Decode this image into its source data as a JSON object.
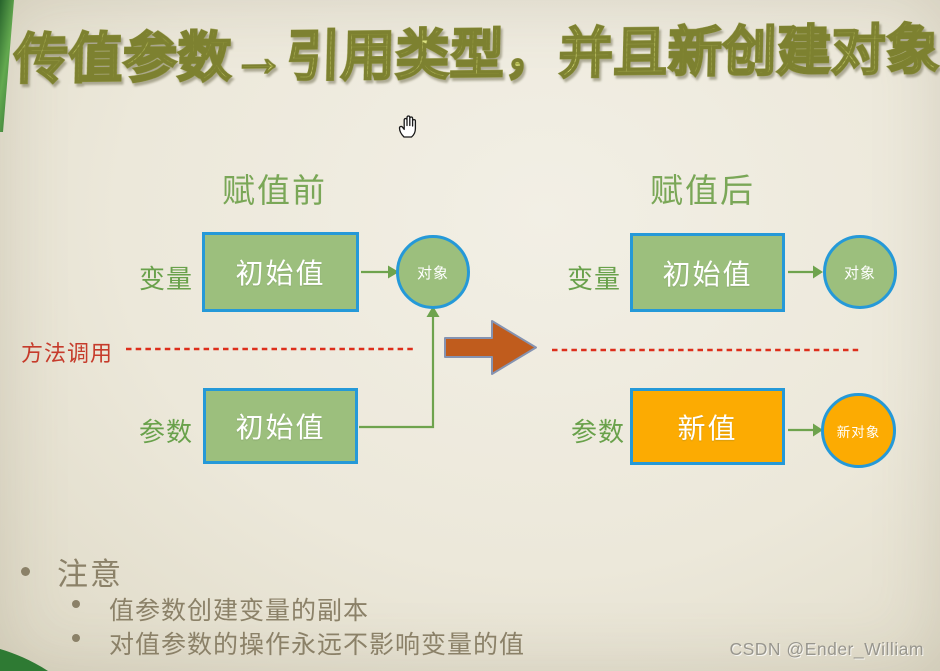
{
  "title": "传值参数→引用类型，并且新创建对象",
  "sections": {
    "before": {
      "heading": "赋值前",
      "variable": {
        "label": "变量",
        "box_text": "初始值",
        "target": "对象"
      },
      "param": {
        "label": "参数",
        "box_text": "初始值"
      }
    },
    "after": {
      "heading": "赋值后",
      "variable": {
        "label": "变量",
        "box_text": "初始值",
        "target": "对象"
      },
      "param": {
        "label": "参数",
        "box_text": "新值",
        "target": "新对象"
      }
    },
    "method_call": "方法调用"
  },
  "notes": {
    "heading": "注意",
    "bullets": [
      "值参数创建变量的副本",
      "对值参数的操作永远不影响变量的值"
    ]
  },
  "watermark": "CSDN @Ender_William",
  "icons": {
    "cursor": "grab-hand-icon"
  },
  "colors": {
    "background": "#ece8da",
    "box_green": "#9cbf7d",
    "box_orange": "#fcab02",
    "shape_border_blue": "#2599d8",
    "connector_green": "#6ea34d",
    "dashed_line_red": "#dd2e1b",
    "method_call_red": "#c63b2b",
    "big_arrow_orange": "#c05c1d",
    "heading_green": "#7aa757",
    "label_green": "#69a14b",
    "notes_text": "#8b8168",
    "title_stripe_light": "#dce181",
    "title_stripe_dark": "#a8ae48",
    "title_outline": "#7d8130",
    "slide_edge_green": "#2e7a33"
  }
}
